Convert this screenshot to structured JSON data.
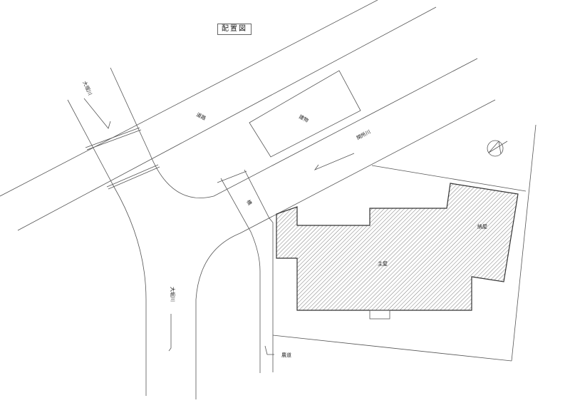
{
  "title": "配置図",
  "labels": {
    "road": "道路",
    "building": "建物",
    "canal": "関所川",
    "river_top": "大堀川",
    "river_left": "大堀川",
    "bridge": "橋",
    "main_house": "主屋",
    "barn": "納屋",
    "farm_road": "農道"
  },
  "colors": {
    "line": "#555555",
    "hatch": "#444444",
    "background": "#ffffff"
  }
}
